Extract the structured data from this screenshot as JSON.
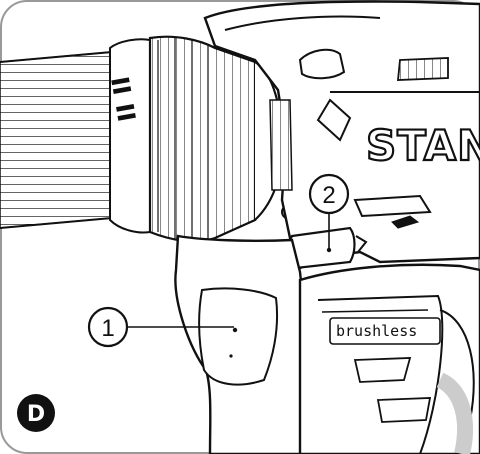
{
  "figure": {
    "panel_label": "D",
    "brand_text": "STANL",
    "logo_text": "brushless",
    "callouts": [
      {
        "number": "1"
      },
      {
        "number": "2"
      }
    ]
  },
  "colors": {
    "outline": "#111111",
    "fill": "#ffffff",
    "frame": "#999999"
  }
}
